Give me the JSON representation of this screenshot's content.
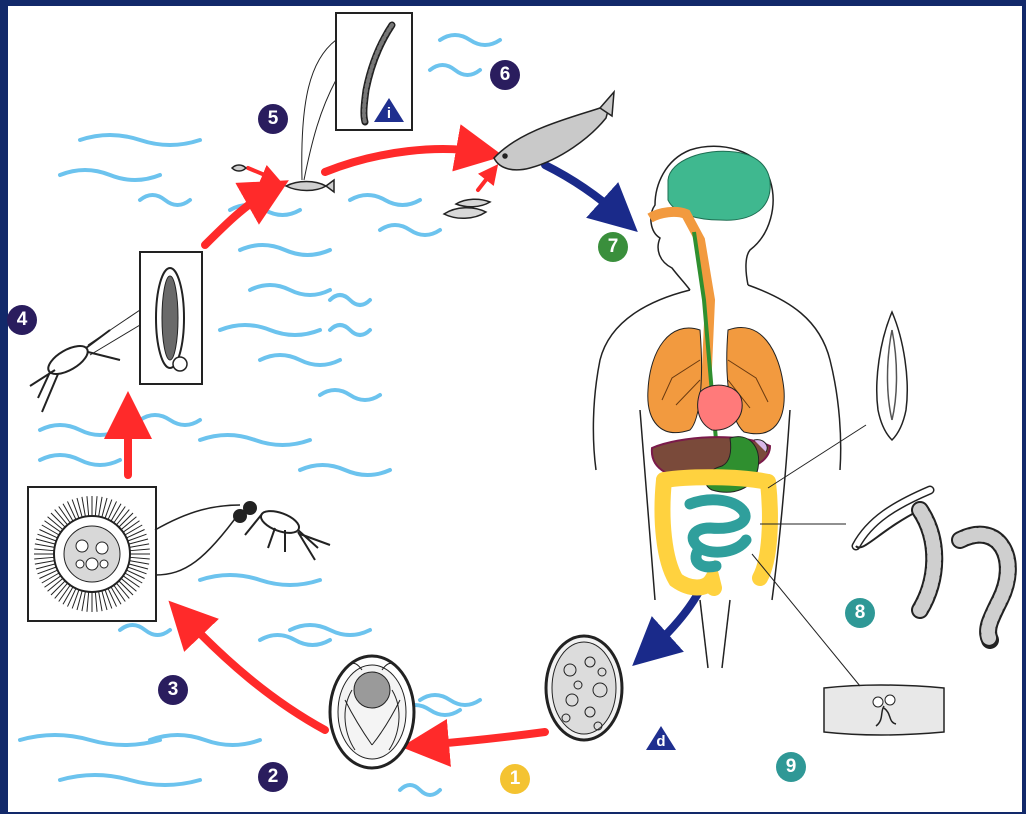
{
  "diagram": {
    "steps": [
      {
        "number": "1",
        "color": "#f4c331"
      },
      {
        "number": "2",
        "color": "#2a1d5e"
      },
      {
        "number": "3",
        "color": "#2a1d5e"
      },
      {
        "number": "4",
        "color": "#2a1d5e"
      },
      {
        "number": "5",
        "color": "#2a1d5e"
      },
      {
        "number": "6",
        "color": "#2a1d5e"
      },
      {
        "number": "7",
        "color": "#3a8f3c"
      },
      {
        "number": "8",
        "color": "#2f9896"
      },
      {
        "number": "9",
        "color": "#2f9896"
      }
    ],
    "stage_tags": {
      "infective": "i",
      "diagnostic": "d"
    },
    "colors": {
      "frame": "#12296a",
      "water": "#6cc3ee",
      "arrow_red": "#ff2a2a",
      "arrow_blue": "#1a2a8a",
      "brain": "#3fb88f",
      "lungs": "#f29a3f",
      "heart": "#ff7a7a",
      "liver": "#7a4a3a",
      "stomach": "#2f8f2f",
      "small_intestine": "#2f9f9c",
      "large_intestine": "#ffd23f"
    }
  }
}
